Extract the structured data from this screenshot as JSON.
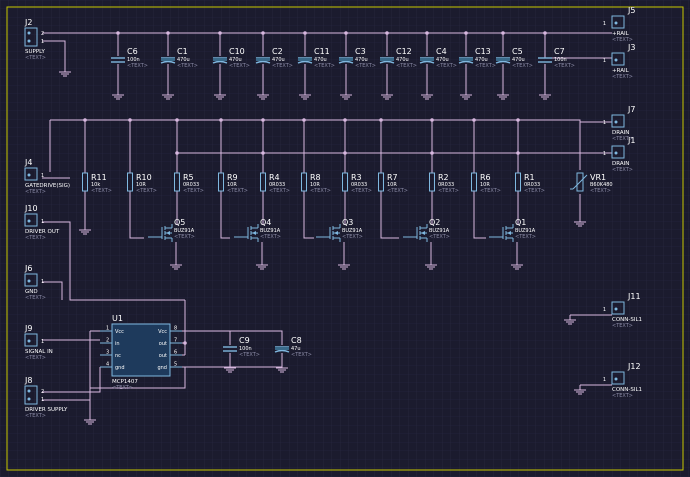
{
  "colors": {
    "background": "#1b1b2e",
    "grid": "#2a2a44",
    "frame": "#c8c800",
    "wire": "#d8b8e0",
    "component": "#7fb8e0",
    "text": "#ffffff",
    "placeholder": "#8c8ca8"
  },
  "placeholder": "<TEXT>",
  "connectors": [
    {
      "ref": "J2",
      "label": "SUPPLY",
      "pins": [
        "2",
        "1"
      ]
    },
    {
      "ref": "J5",
      "label": "+RAIL",
      "pins": [
        "1"
      ]
    },
    {
      "ref": "J3",
      "label": "+RAIL",
      "pins": [
        "1"
      ]
    },
    {
      "ref": "J7",
      "label": "DRAIN",
      "pins": [
        "1"
      ]
    },
    {
      "ref": "J1",
      "label": "DRAIN",
      "pins": [
        "1"
      ]
    },
    {
      "ref": "J4",
      "label": "GATEDRIVE(SIG)",
      "pins": [
        "1"
      ]
    },
    {
      "ref": "J10",
      "label": "DRIVER OUT",
      "pins": [
        "1"
      ]
    },
    {
      "ref": "J6",
      "label": "GND",
      "pins": [
        "1"
      ]
    },
    {
      "ref": "J9",
      "label": "SIGNAL IN",
      "pins": [
        "1"
      ]
    },
    {
      "ref": "J8",
      "label": "DRIVER SUPPLY",
      "pins": [
        "2",
        "1"
      ]
    },
    {
      "ref": "J11",
      "label": "CONN-SIL1",
      "pins": [
        "1"
      ]
    },
    {
      "ref": "J12",
      "label": "CONN-SIL1",
      "pins": [
        "1"
      ]
    }
  ],
  "capacitors": [
    {
      "ref": "C6",
      "value": "100n"
    },
    {
      "ref": "C1",
      "value": "470u"
    },
    {
      "ref": "C10",
      "value": "470u"
    },
    {
      "ref": "C2",
      "value": "470u"
    },
    {
      "ref": "C11",
      "value": "470u"
    },
    {
      "ref": "C3",
      "value": "470u"
    },
    {
      "ref": "C12",
      "value": "470u"
    },
    {
      "ref": "C4",
      "value": "470u"
    },
    {
      "ref": "C13",
      "value": "470u"
    },
    {
      "ref": "C5",
      "value": "470u"
    },
    {
      "ref": "C7",
      "value": "100n"
    },
    {
      "ref": "C9",
      "value": "100n"
    },
    {
      "ref": "C8",
      "value": "47u"
    }
  ],
  "resistors": [
    {
      "ref": "R11",
      "value": "10k"
    },
    {
      "ref": "R10",
      "value": "10R"
    },
    {
      "ref": "R5",
      "value": "0R033"
    },
    {
      "ref": "R9",
      "value": "10R"
    },
    {
      "ref": "R4",
      "value": "0R033"
    },
    {
      "ref": "R8",
      "value": "10R"
    },
    {
      "ref": "R3",
      "value": "0R033"
    },
    {
      "ref": "R7",
      "value": "10R"
    },
    {
      "ref": "R2",
      "value": "0R033"
    },
    {
      "ref": "R6",
      "value": "10R"
    },
    {
      "ref": "R1",
      "value": "0R033"
    }
  ],
  "varistor": {
    "ref": "VR1",
    "value": "B60K480"
  },
  "mosfets": [
    {
      "ref": "Q5",
      "value": "BUZ91A"
    },
    {
      "ref": "Q4",
      "value": "BUZ91A"
    },
    {
      "ref": "Q3",
      "value": "BUZ91A"
    },
    {
      "ref": "Q2",
      "value": "BUZ91A"
    },
    {
      "ref": "Q1",
      "value": "BUZ91A"
    }
  ],
  "ic": {
    "ref": "U1",
    "value": "MCP1407",
    "left_pins": [
      {
        "name": "Vcc",
        "num": "1"
      },
      {
        "name": "in",
        "num": "2"
      },
      {
        "name": "nc",
        "num": "3"
      },
      {
        "name": "gnd",
        "num": "4"
      }
    ],
    "right_pins": [
      {
        "name": "Vcc",
        "num": "8"
      },
      {
        "name": "out",
        "num": "7"
      },
      {
        "name": "out",
        "num": "6"
      },
      {
        "name": "gnd",
        "num": "5"
      }
    ]
  }
}
